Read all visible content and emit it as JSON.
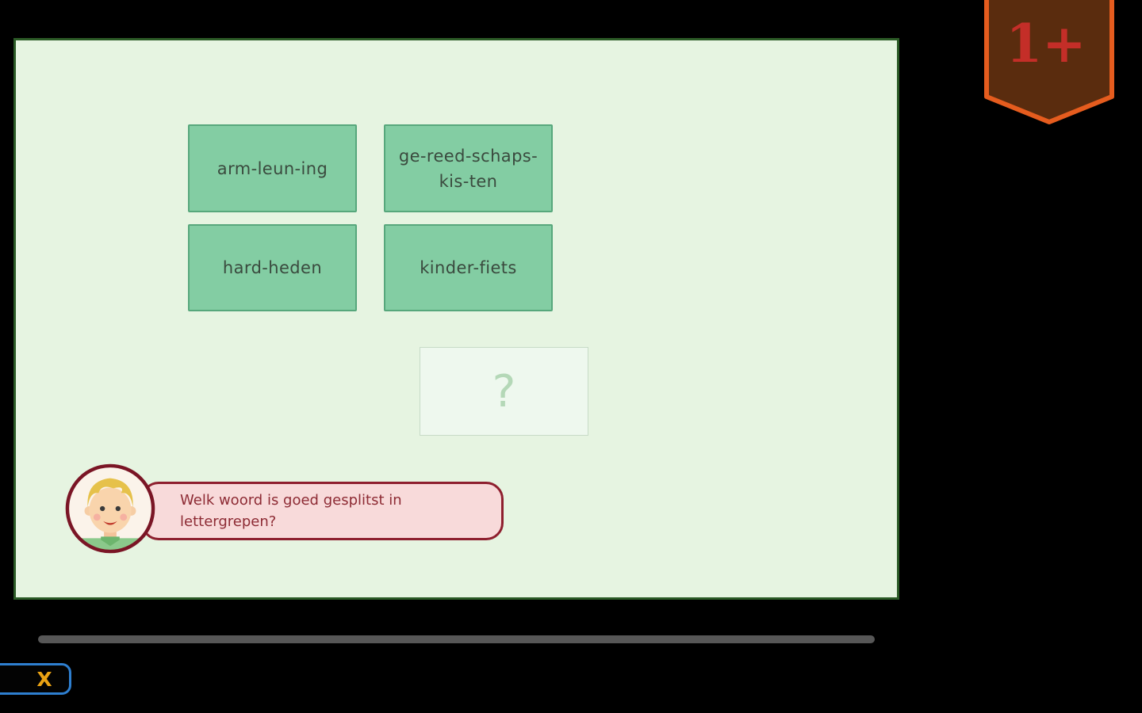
{
  "app": {
    "badge_label": "1+",
    "close_label": "X"
  },
  "game": {
    "question": "Welk woord is goed gesplitst in lettergrepen?",
    "placeholder": "?",
    "answers": [
      {
        "label": "arm-leun-ing"
      },
      {
        "label": "ge-reed-schaps-kis-ten"
      },
      {
        "label": "hard-heden"
      },
      {
        "label": "kinder-fiets"
      }
    ]
  },
  "colors": {
    "background": "#000000",
    "panel_bg": "#e6f4e1",
    "panel_border": "#2b5a26",
    "card_bg": "#83cda3",
    "card_border": "#57a77c",
    "card_text": "#3a4a3e",
    "bubble_bg": "#f8dada",
    "bubble_border": "#8e1f2e",
    "bubble_text": "#8d2b34",
    "badge_bg": "#5a2c0e",
    "badge_border": "#e55c1e",
    "badge_text": "#c42e28",
    "close_border": "#2e7fd0",
    "close_text": "#eba313",
    "progress_bar": "#575757"
  }
}
